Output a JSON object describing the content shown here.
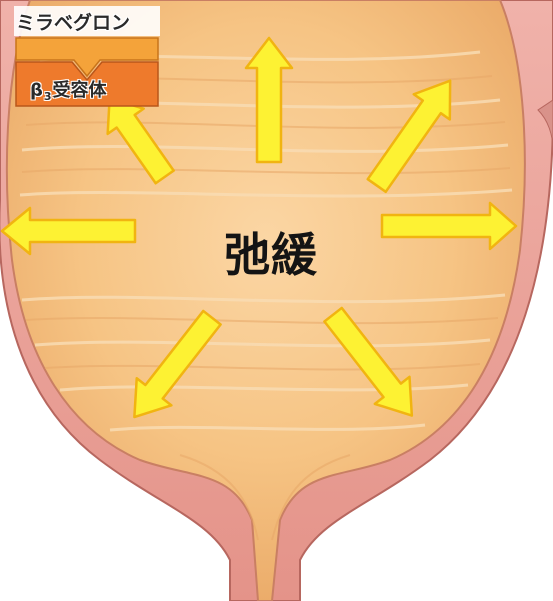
{
  "center_label": "弛緩",
  "drug_badge": {
    "drug_name": "ミラベグロン",
    "receptor_symbol": "β",
    "receptor_subscript": "3",
    "receptor_text": "受容体"
  },
  "colors": {
    "bladder_wall": "#e8a39a",
    "bladder_wall_outline": "#b7675f",
    "lumen": "#f2c07e",
    "arrow_fill": "#fdf233",
    "arrow_outline": "#f1b411",
    "drug_orange": "#f4a33a",
    "receptor_orange": "#ee7a2c"
  },
  "icons": [
    "bladder-illustration",
    "drug-molecule-icon",
    "receptor-icon",
    "arrow-icon"
  ]
}
